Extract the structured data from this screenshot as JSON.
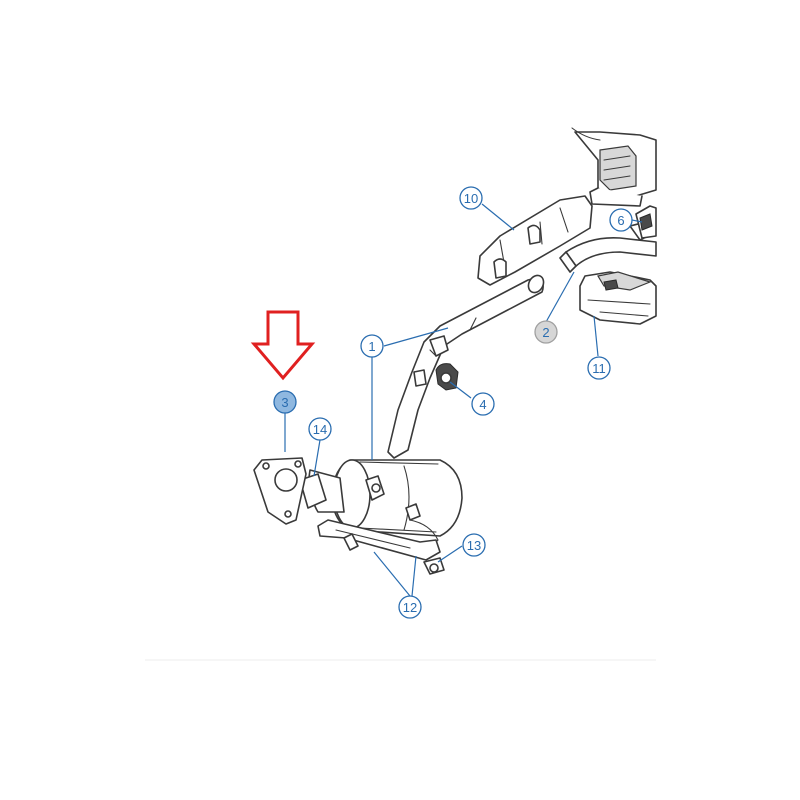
{
  "colors": {
    "callout_stroke": "#2a6db0",
    "callout_fill": "#ffffff",
    "highlight_fill": "#8fb8e0",
    "dimmed_fill": "#d6d6d6",
    "dimmed_stroke": "#a0a0a0",
    "arrow": "#e02020"
  },
  "callouts": {
    "c1": "1",
    "c2": "2",
    "c3": "3",
    "c4": "4",
    "c6": "6",
    "c10": "10",
    "c11": "11",
    "c12": "12",
    "c13": "13",
    "c14": "14"
  },
  "highlighted_part": "3",
  "indicator_icon": "down-arrow-outline-icon"
}
